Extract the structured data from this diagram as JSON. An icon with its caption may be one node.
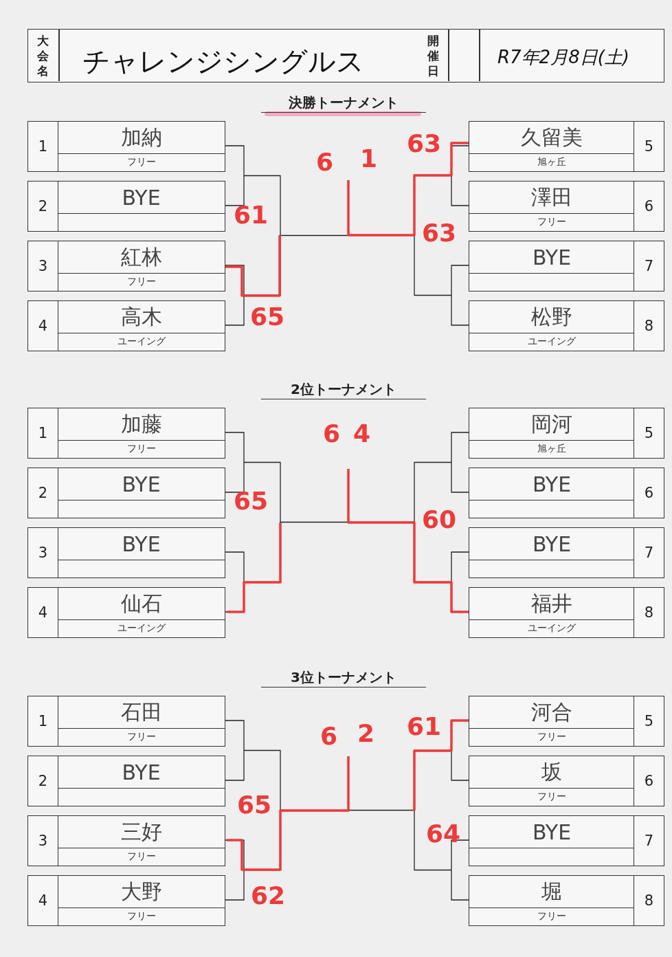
{
  "diagram": {
    "nodes": [
      {
        "text": [
          "1",
          "加納",
          "フリー"
        ]
      },
      {
        "text": [
          "2",
          "BYE"
        ]
      },
      {
        "text": [
          "3",
          "紅林",
          "フリー"
        ]
      },
      {
        "text": [
          "4",
          "高木",
          "ユーイング"
        ]
      },
      {
        "text": [
          "久留美",
          "旭ヶ丘",
          "5"
        ]
      },
      {
        "text": [
          "澤田",
          "フリー",
          "6"
        ]
      },
      {
        "text": [
          "BYE",
          "7"
        ]
      },
      {
        "text": [
          "松野",
          "ユーイング",
          "8"
        ]
      },
      {
        "text": [
          "1",
          "加藤",
          "フリー"
        ]
      },
      {
        "text": [
          "2",
          "BYE"
        ]
      },
      {
        "text": [
          "3",
          "BYE"
        ]
      },
      {
        "text": [
          "4",
          "仙石",
          "ユーイング"
        ]
      },
      {
        "text": [
          "岡河",
          "旭ヶ丘",
          "5"
        ]
      },
      {
        "text": [
          "BYE",
          "6"
        ]
      },
      {
        "text": [
          "BYE",
          "7"
        ]
      },
      {
        "text": [
          "福井",
          "ユーイング",
          "8"
        ]
      },
      {
        "text": [
          "1",
          "石田",
          "フリー"
        ]
      },
      {
        "text": [
          "2",
          "BYE"
        ]
      },
      {
        "text": [
          "3",
          "三好",
          "フリー"
        ]
      },
      {
        "text": [
          "4",
          "大野",
          "フリー"
        ]
      },
      {
        "text": [
          "河合",
          "フリー",
          "5"
        ]
      },
      {
        "text": [
          "坂",
          "フリー",
          "6"
        ]
      },
      {
        "text": [
          "BYE",
          "7"
        ]
      },
      {
        "text": [
          "堀",
          "フリー",
          "8"
        ]
      }
    ],
    "labels": [
      "大会名",
      "チャレンジシングルス",
      "開催日",
      "R7年2月8日(土)",
      "決勝トーナメント",
      "6",
      "1",
      "63",
      "61",
      "63",
      "65",
      "2位トーナメント",
      "6",
      "4",
      "65",
      "60",
      "3位トーナメント",
      "6",
      "2",
      "61",
      "65",
      "64",
      "62"
    ]
  }
}
